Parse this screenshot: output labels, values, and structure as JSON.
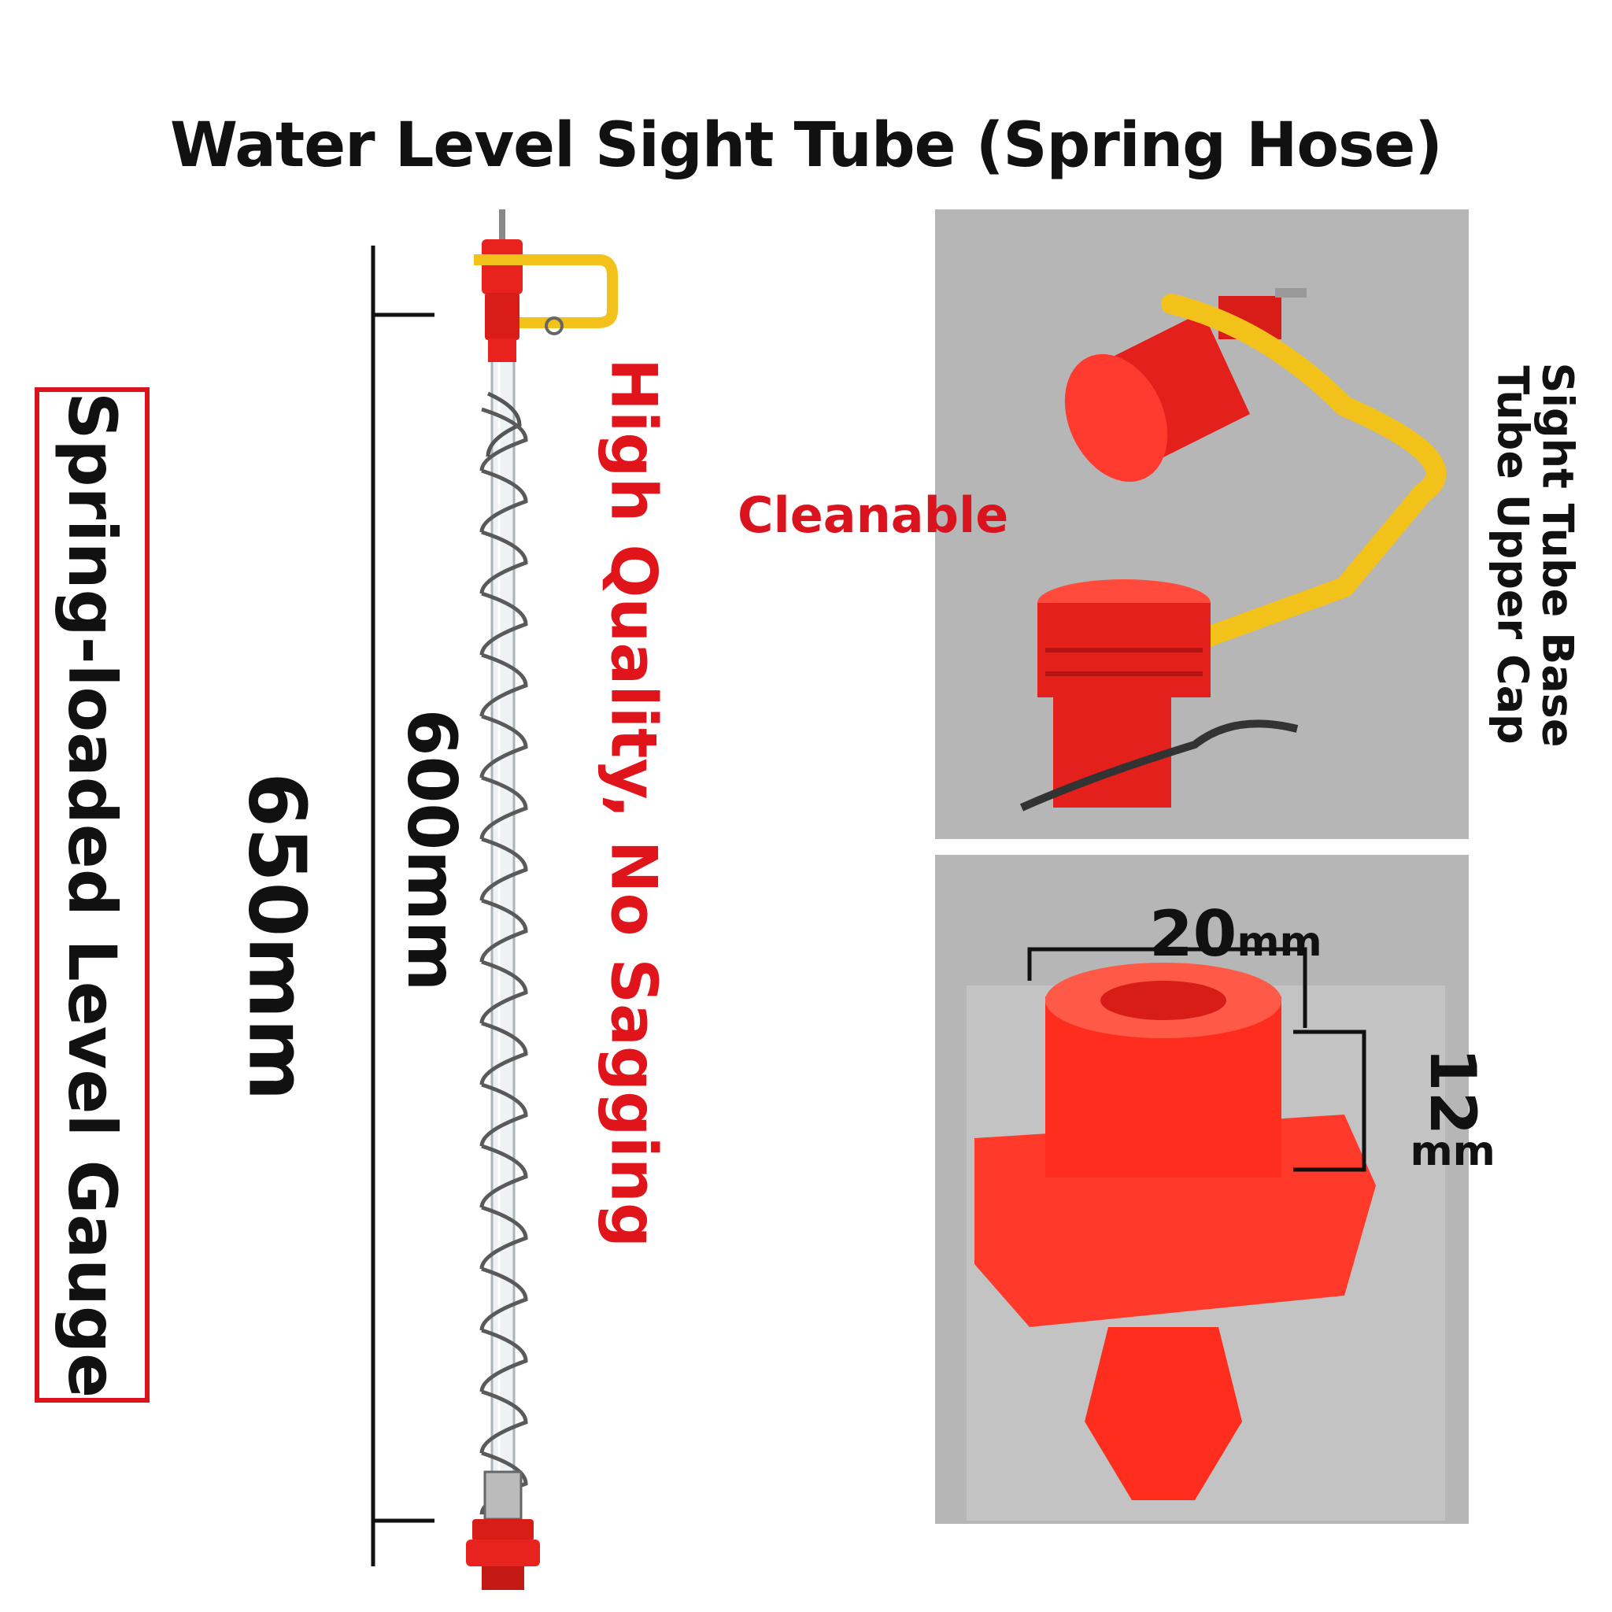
{
  "title": "Water Level Sight Tube (Spring Hose)",
  "side_label": "Spring-loaded Level Gauge",
  "length_total": "650mm",
  "length_tube": "600mm",
  "quality_text": "High Quality, No Sagging",
  "cleanable_label": "Cleanable",
  "cap_label_line1": "Sight Tube Base",
  "cap_label_line2": "Tube Upper Cap",
  "width_dim": {
    "value": "20",
    "unit": "mm"
  },
  "thread_dim": {
    "value": "12",
    "unit": "mm"
  },
  "colors": {
    "accent_red": "#e0141b",
    "part_red": "#e8231f",
    "part_yellow": "#f3c21a",
    "panel_gray": "#b6b6b6"
  }
}
